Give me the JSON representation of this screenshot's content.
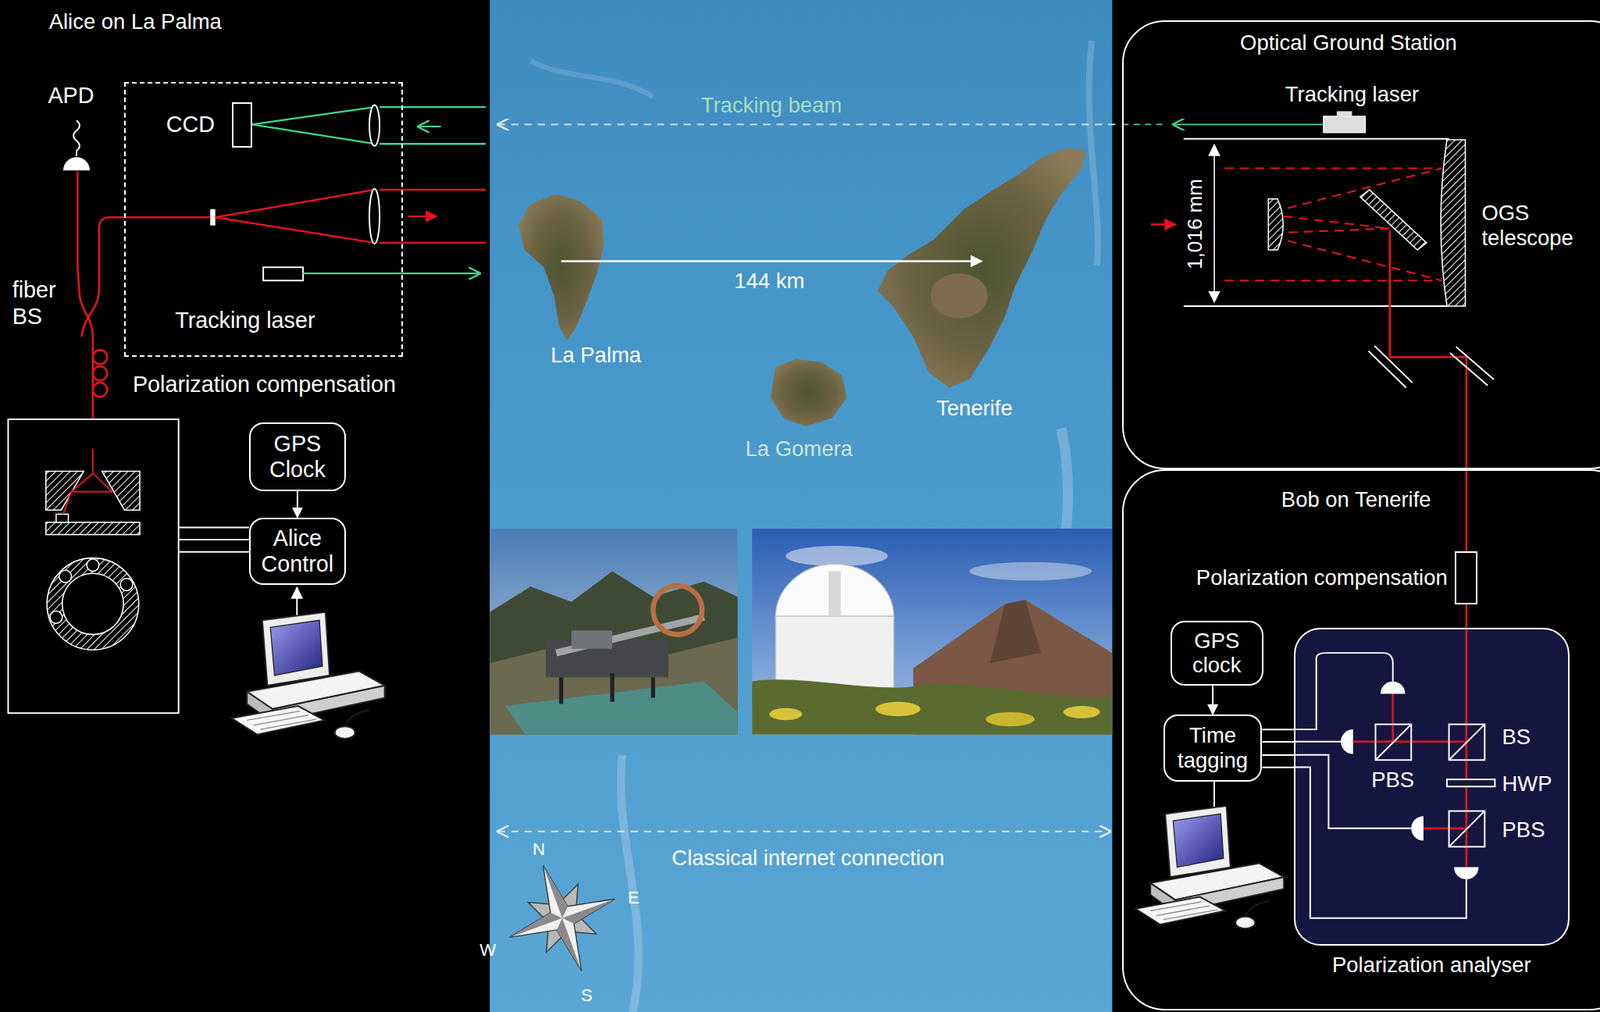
{
  "diagram": {
    "nodes": [
      {
        "text": [
          "Tracking laser"
        ]
      },
      {
        "text": [
          "CCD"
        ],
        "in": 0
      },
      {
        "text": [
          "GPS Clock"
        ]
      },
      {
        "text": [
          "Alice Control"
        ]
      },
      {
        "text": [
          "Optical Ground Station"
        ]
      },
      {
        "text": [
          "Bob on Tenerife"
        ]
      },
      {
        "text": [
          "Polarization compensation"
        ],
        "in": 5
      },
      {
        "text": [
          "GPS clock"
        ],
        "in": 5
      },
      {
        "text": [
          "Time tagging"
        ],
        "in": 5
      },
      {
        "text": [
          "Polarization analyser"
        ],
        "in": 5
      }
    ],
    "edges": [
      {
        "from": 2,
        "to": 3,
        "arrow": "to"
      },
      {
        "from": 7,
        "to": 8,
        "arrow": "to"
      },
      {
        "from": 8,
        "to": 9,
        "arrow": "none"
      },
      {
        "from": 8,
        "to": 9,
        "arrow": "none"
      },
      {
        "from": 8,
        "to": 9,
        "arrow": "none"
      },
      {
        "from": 8,
        "to": 9,
        "arrow": "none"
      },
      {
        "from": 4,
        "to": 6,
        "arrow": "none"
      },
      {
        "from": 6,
        "to": 9,
        "arrow": "none"
      }
    ],
    "labels": [
      "Alice on La Palma",
      "APD",
      "fiber BS",
      "Polarization compensation",
      "Tracking beam",
      "144 km",
      "La Palma",
      "La Gomera",
      "Tenerife",
      "Classical internet connection",
      "N",
      "E",
      "W",
      "S",
      "Tracking laser",
      "1,016 mm",
      "OGS telescope",
      "BS",
      "PBS",
      "HWP",
      "PBS"
    ]
  }
}
